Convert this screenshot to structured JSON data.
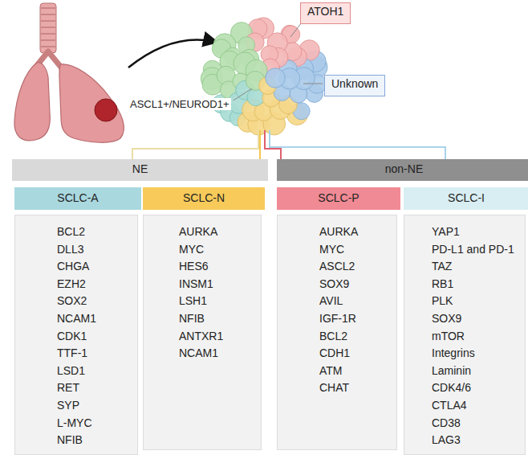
{
  "diagram": {
    "nodes": [
      {
        "text": [
          "ATOH1"
        ]
      },
      {
        "text": [
          "Unknown"
        ]
      },
      {
        "text": [
          "NE"
        ]
      },
      {
        "text": [
          "non-NE"
        ]
      },
      {
        "text": [
          "SCLC-A"
        ]
      },
      {
        "text": [
          "BCL2",
          "DLL3",
          "CHGA",
          "EZH2",
          "SOX2",
          "NCAM1",
          "CDK1",
          "TTF-1",
          "LSD1",
          "RET",
          "SYP",
          "L-MYC",
          "NFIB"
        ]
      },
      {
        "text": [
          "SCLC-N"
        ]
      },
      {
        "text": [
          "AURKA",
          "MYC",
          "HES6",
          "INSM1",
          "LSH1",
          "NFIB",
          "ANTXR1",
          "NCAM1"
        ]
      },
      {
        "text": [
          "SCLC-P"
        ]
      },
      {
        "text": [
          "AURKA",
          "MYC",
          "ASCL2",
          "SOX9",
          "AVIL",
          "IGF-1R",
          "BCL2",
          "CDH1",
          "ATM",
          "CHAT"
        ]
      },
      {
        "text": [
          "SCLC-I"
        ]
      },
      {
        "text": [
          "YAP1",
          "PD-L1 and PD-1",
          "TAZ",
          "RB1",
          "PLK",
          "SOX9",
          "mTOR",
          "Integrins",
          "Laminin",
          "CDK4/6",
          "CTLA4",
          "CD38",
          "LAG3"
        ]
      }
    ],
    "labels": [
      "ASCL1+/NEUROD1+"
    ]
  }
}
